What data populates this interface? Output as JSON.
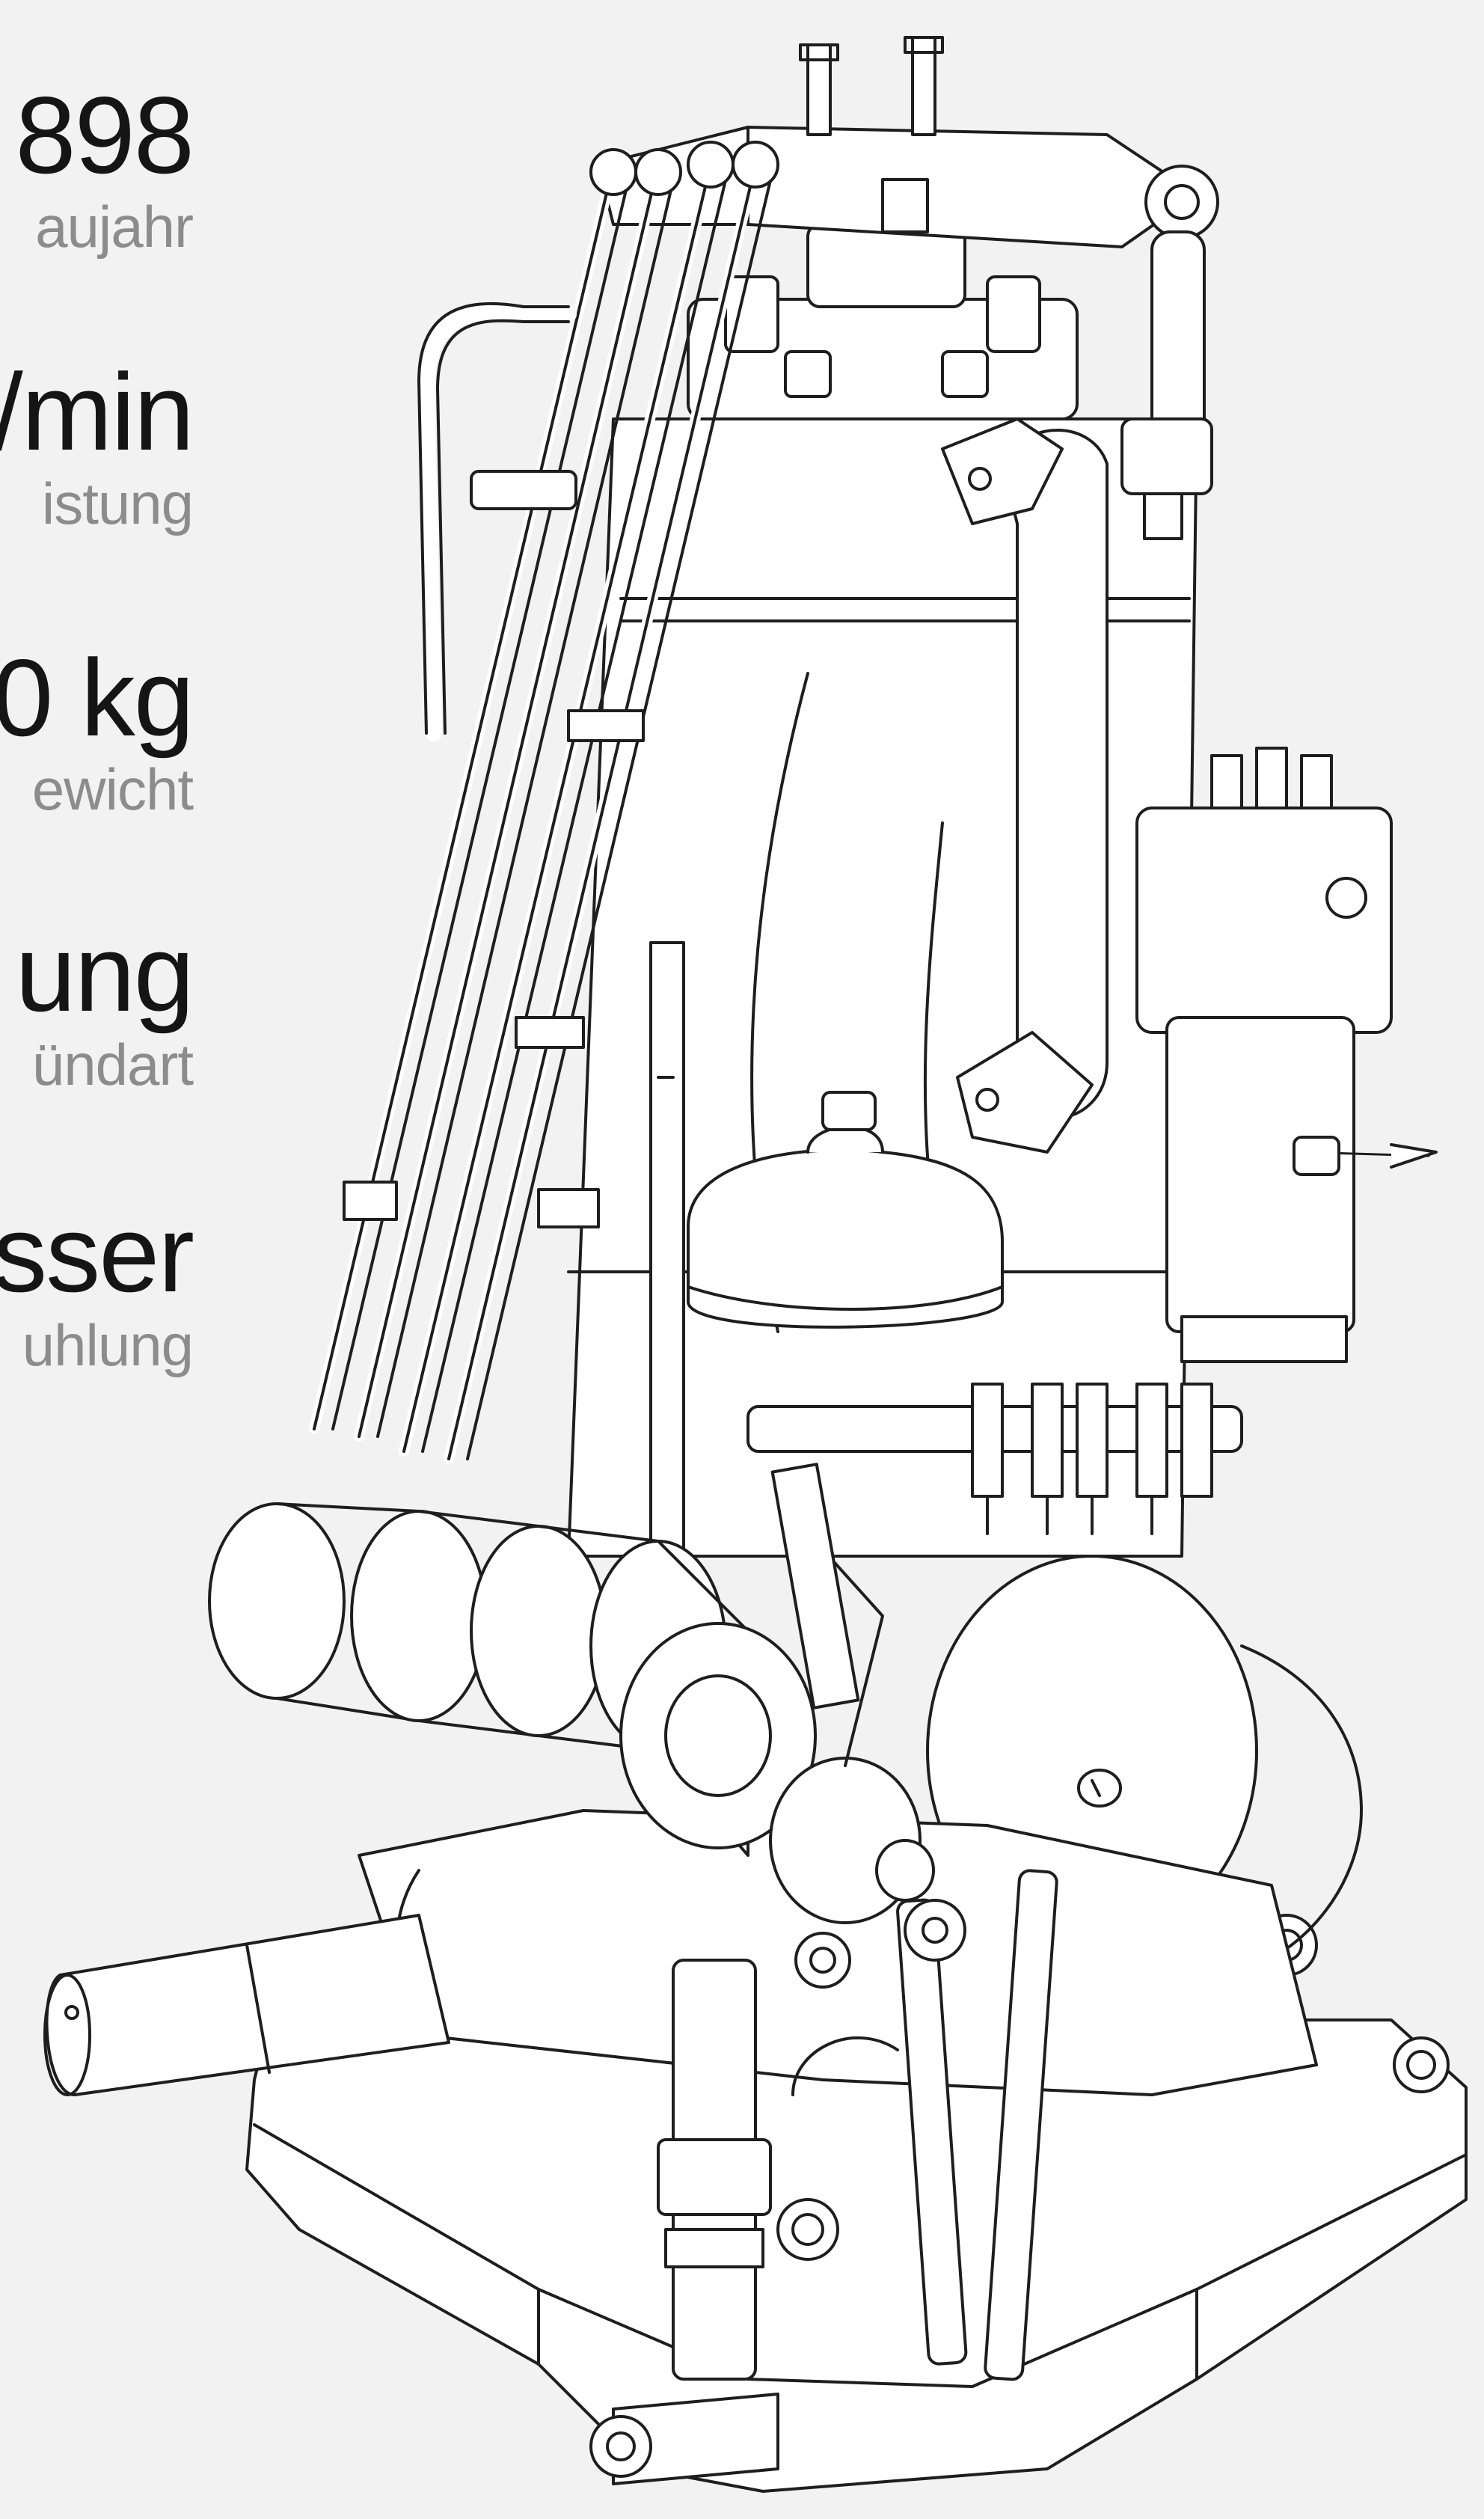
{
  "specs": [
    {
      "value": "898",
      "label": "aujahr"
    },
    {
      "value": "/min",
      "label": "istung"
    },
    {
      "value": "0 kg",
      "label": "ewicht"
    },
    {
      "value": "ung",
      "label": "ündart"
    },
    {
      "value": "sser",
      "label": "uhlung"
    }
  ],
  "colors": {
    "background": "#f2f2f2",
    "value_text": "#151515",
    "label_text": "#8c8c8c",
    "line_art": "#1e1e1e"
  },
  "illustration": {
    "icon": "engine-line-drawing-icon"
  }
}
